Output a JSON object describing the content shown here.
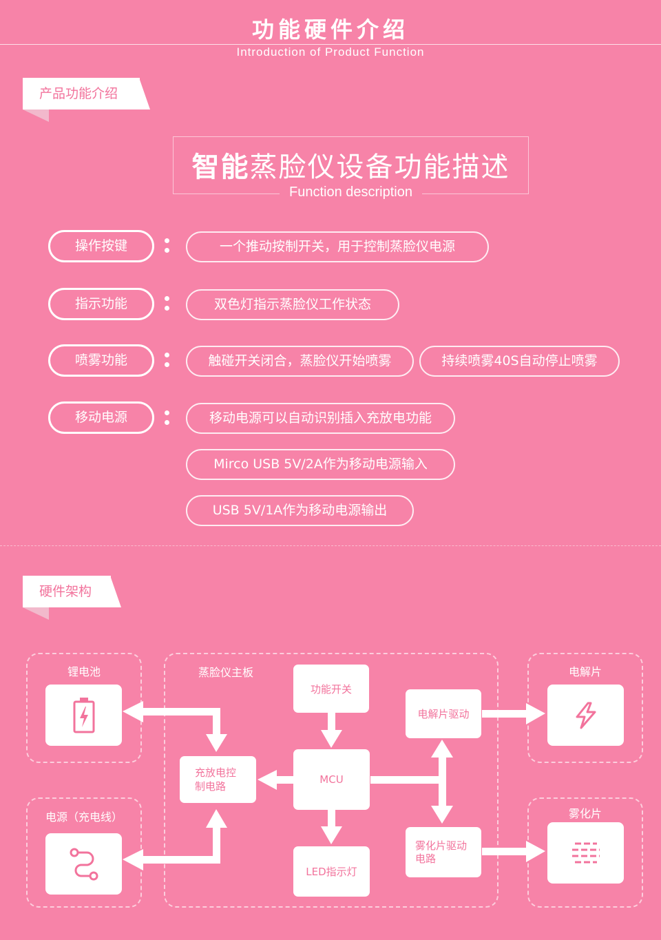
{
  "header": {
    "title": "功能硬件介绍",
    "subtitle": "Introduction of Product Function"
  },
  "section1": {
    "tab": "产品功能介绍",
    "title_bold": "智能",
    "title_rest": "蒸脸仪设备功能描述",
    "title_sub": "Function description",
    "rows": [
      {
        "label": "操作按键",
        "items": [
          "一个推动按制开关，用于控制蒸脸仪电源"
        ]
      },
      {
        "label": "指示功能",
        "items": [
          "双色灯指示蒸脸仪工作状态"
        ]
      },
      {
        "label": "喷雾功能",
        "items": [
          "触碰开关闭合，蒸脸仪开始喷雾",
          "持续喷雾40S自动停止喷雾"
        ]
      },
      {
        "label": "移动电源",
        "items": [
          "移动电源可以自动识别插入充放电功能",
          "Mirco USB 5V/2A作为移动电源输入",
          "USB 5V/1A作为移动电源输出"
        ]
      }
    ]
  },
  "section2": {
    "tab": "硬件架构",
    "battery_label": "锂电池",
    "power_label": "电源（充电线）",
    "board_label": "蒸脸仪主板",
    "electrolytic_label": "电解片",
    "atomizer_label": "雾化片",
    "nodes": {
      "switch": "功能开关",
      "charge": "充放电控制电路",
      "mcu": "MCU",
      "led": "LED指示灯",
      "electro_drive": "电解片驱动",
      "atom_drive": "雾化片驱动电路"
    },
    "icons": [
      "battery-icon",
      "cable-icon",
      "lightning-icon",
      "mist-icon"
    ]
  },
  "colors": {
    "background": "#f783a8",
    "accent": "#f2739c"
  }
}
